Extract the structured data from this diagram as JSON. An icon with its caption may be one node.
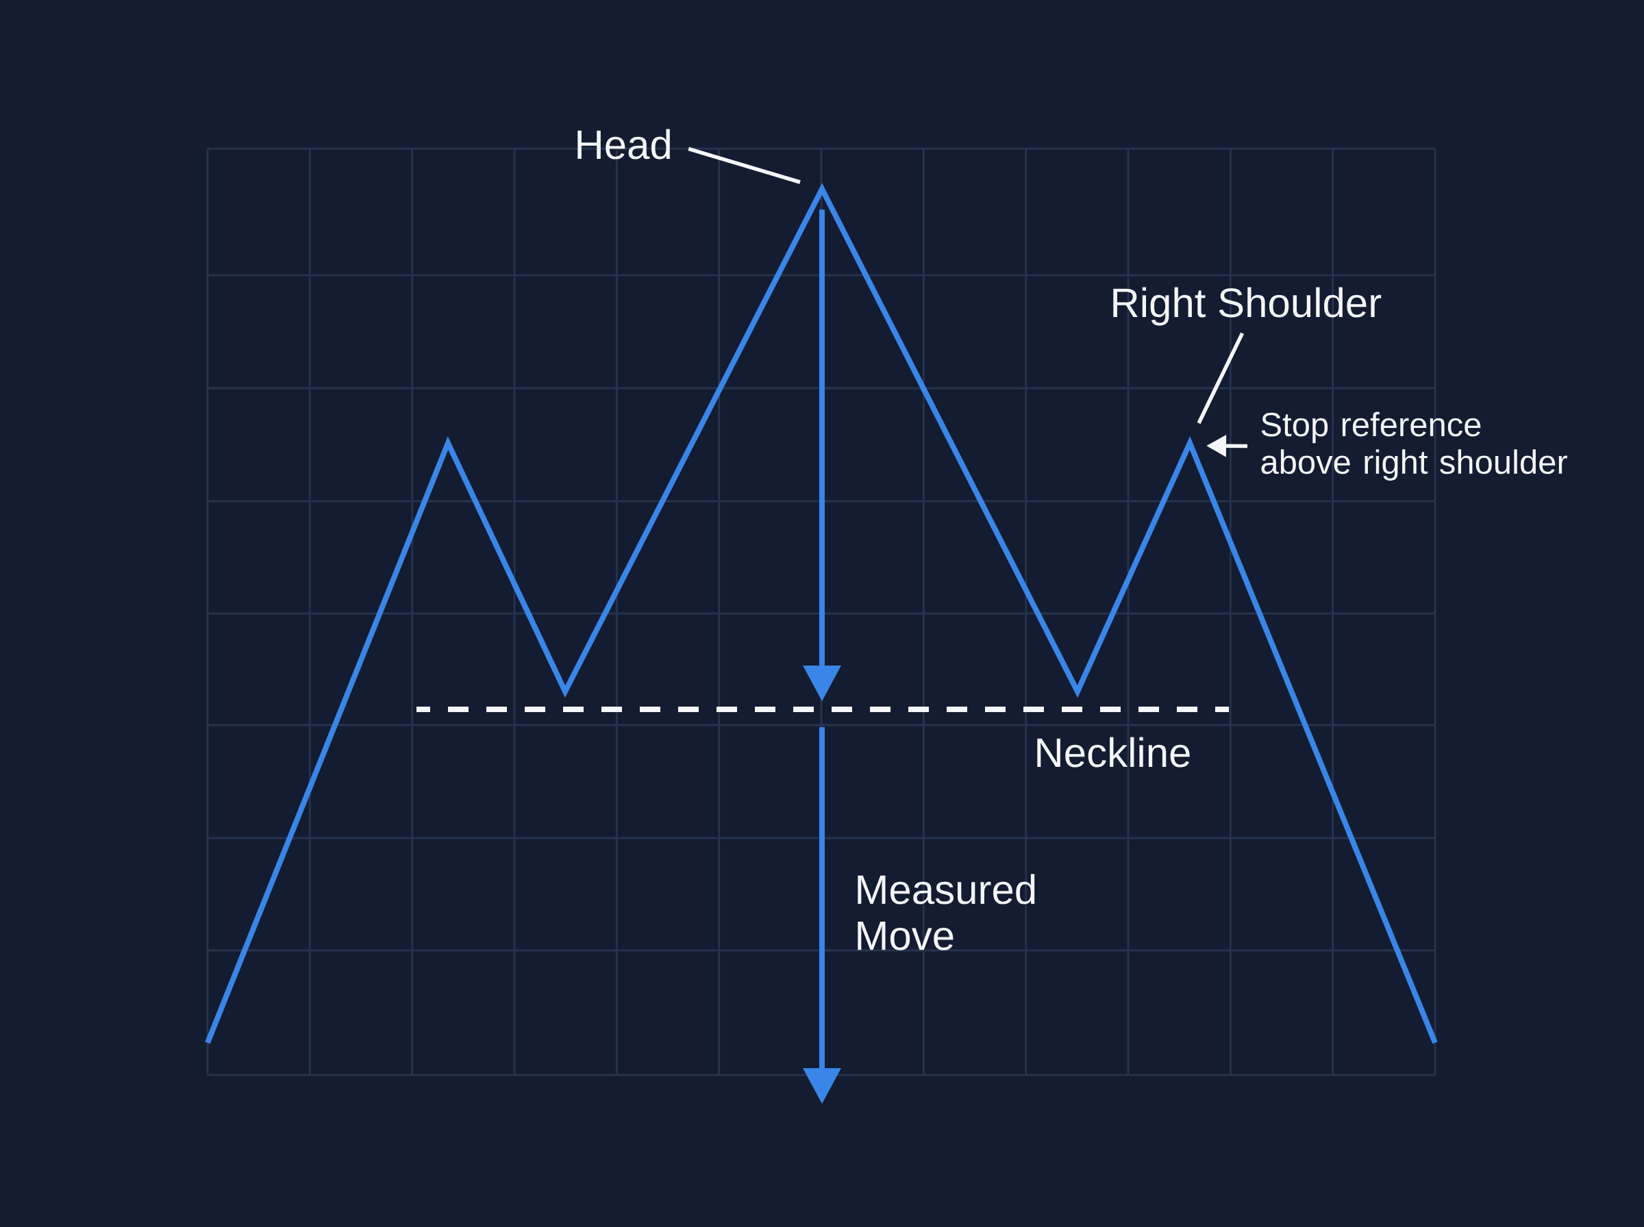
{
  "diagram": {
    "nodes": [
      {
        "text": [
          "Head"
        ]
      },
      {
        "text": [
          "Right Shoulder"
        ]
      },
      {
        "text": [
          "Stop reference above right shoulder"
        ]
      }
    ],
    "edges": [
      {
        "from": 0,
        "to": null,
        "arrow": "none"
      },
      {
        "from": 1,
        "to": null,
        "arrow": "none"
      },
      {
        "from": 2,
        "to": null,
        "arrow": "to"
      }
    ],
    "labels": [
      "Neckline",
      "Measured Move"
    ]
  }
}
